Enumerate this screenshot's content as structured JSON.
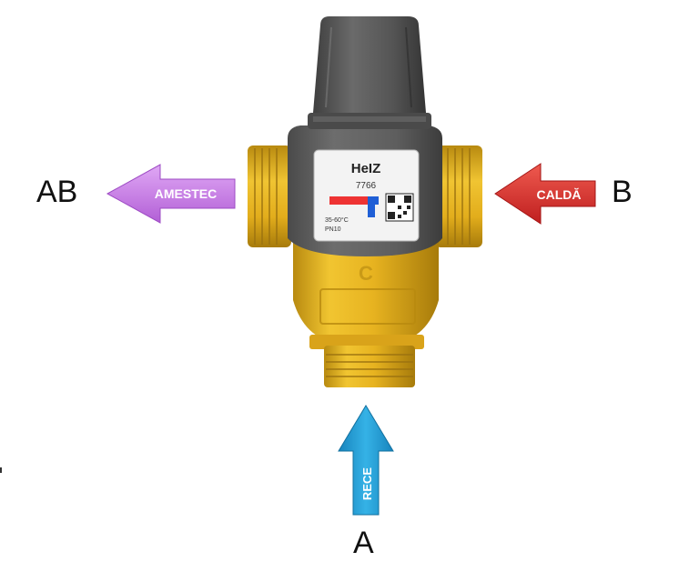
{
  "ports": {
    "ab": "AB",
    "b": "B",
    "a": "A"
  },
  "arrows": {
    "mix": "AMESTEC",
    "hot": "CALDĂ",
    "cold": "RECE"
  },
  "valve": {
    "brand": "HeIZ",
    "model": "7766",
    "temp_range": "35-60°C",
    "pressure": "PN10",
    "body_mark": "C"
  },
  "colors": {
    "mix_arrow": "#c77ce6",
    "hot_arrow": "#d42a2a",
    "cold_arrow": "#1e9fd6",
    "brass": "#e6b21f",
    "cap": "#5a5a5a"
  }
}
